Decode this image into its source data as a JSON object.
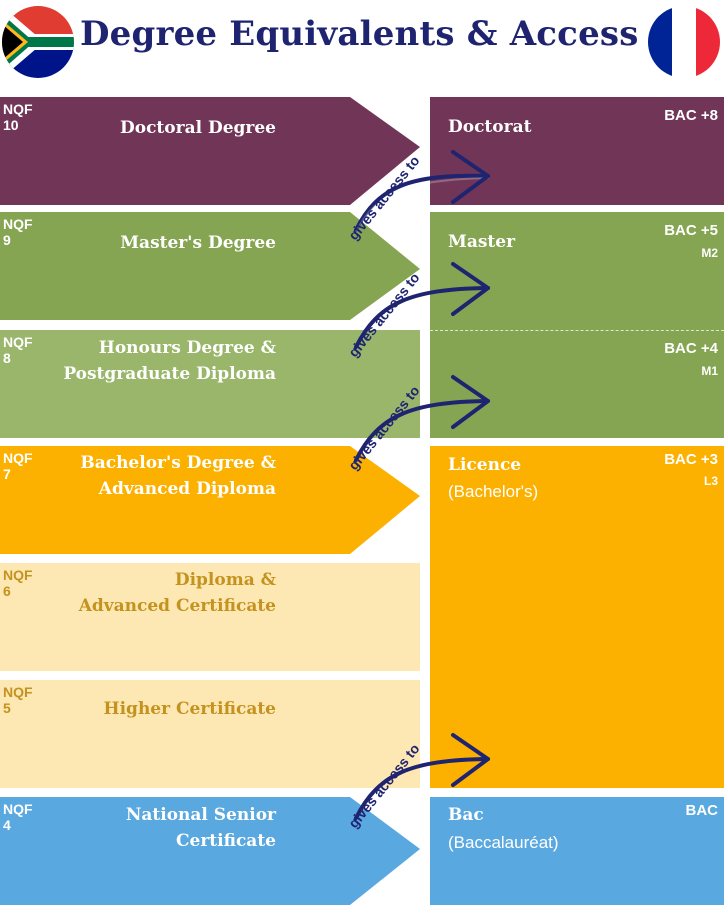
{
  "title": "Degree Equivalents & Access",
  "flags": {
    "left": "south-africa-flag",
    "right": "france-flag"
  },
  "colors": {
    "navy": "#1f2470",
    "doctoral": "#713657",
    "master": "#86a552",
    "honours": "#9ab66b",
    "bachelor": "#fcb100",
    "pale": "#fde7b3",
    "paleText": "#c4931f",
    "senior": "#5aa8e0"
  },
  "sa_levels": [
    {
      "nqf": "NQF 10",
      "name": [
        "Doctoral Degree"
      ]
    },
    {
      "nqf": "NQF 9",
      "name": [
        "Master's Degree"
      ]
    },
    {
      "nqf": "NQF 8",
      "name": [
        "Honours Degree &",
        "Postgraduate Diploma"
      ]
    },
    {
      "nqf": "NQF 7",
      "name": [
        "Bachelor's Degree &",
        "Advanced Diploma"
      ]
    },
    {
      "nqf": "NQF 6",
      "name": [
        "Diploma &",
        "Advanced Certificate"
      ]
    },
    {
      "nqf": "NQF 5",
      "name": [
        "Higher Certificate"
      ]
    },
    {
      "nqf": "NQF 4",
      "name": [
        "National Senior",
        "Certificate"
      ]
    }
  ],
  "fr_levels": [
    {
      "name": "Doctorat",
      "sub": "",
      "bac": "BAC +8",
      "bac_sub": ""
    },
    {
      "name": "Master",
      "sub": "",
      "bac": "BAC +5",
      "bac_sub": "M2"
    },
    {
      "name": "",
      "sub": "",
      "bac": "BAC +4",
      "bac_sub": "M1"
    },
    {
      "name": "Licence",
      "sub": "(Bachelor's)",
      "bac": "BAC +3",
      "bac_sub": "L3"
    },
    {
      "name": "Bac",
      "sub": "(Baccalauréat)",
      "bac": "BAC",
      "bac_sub": ""
    }
  ],
  "access_label": "gives access to"
}
